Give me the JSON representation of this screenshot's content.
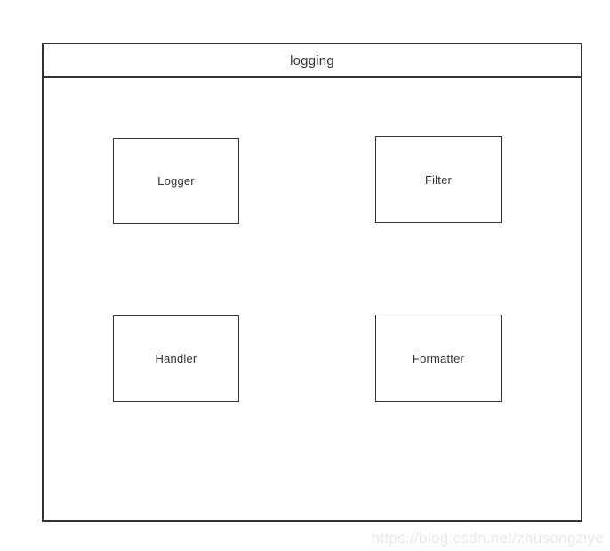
{
  "diagram": {
    "package_title": "logging",
    "nodes": [
      {
        "id": "logger",
        "label": "Logger"
      },
      {
        "id": "filter",
        "label": "Filter"
      },
      {
        "id": "handler",
        "label": "Handler"
      },
      {
        "id": "formatter",
        "label": "Formatter"
      }
    ]
  },
  "watermark": {
    "text": "https://blog.csdn.net/zhusongziye"
  },
  "colors": {
    "line": "#333333",
    "text": "#333333",
    "background": "#ffffff",
    "watermark": "#e9e9e9"
  }
}
